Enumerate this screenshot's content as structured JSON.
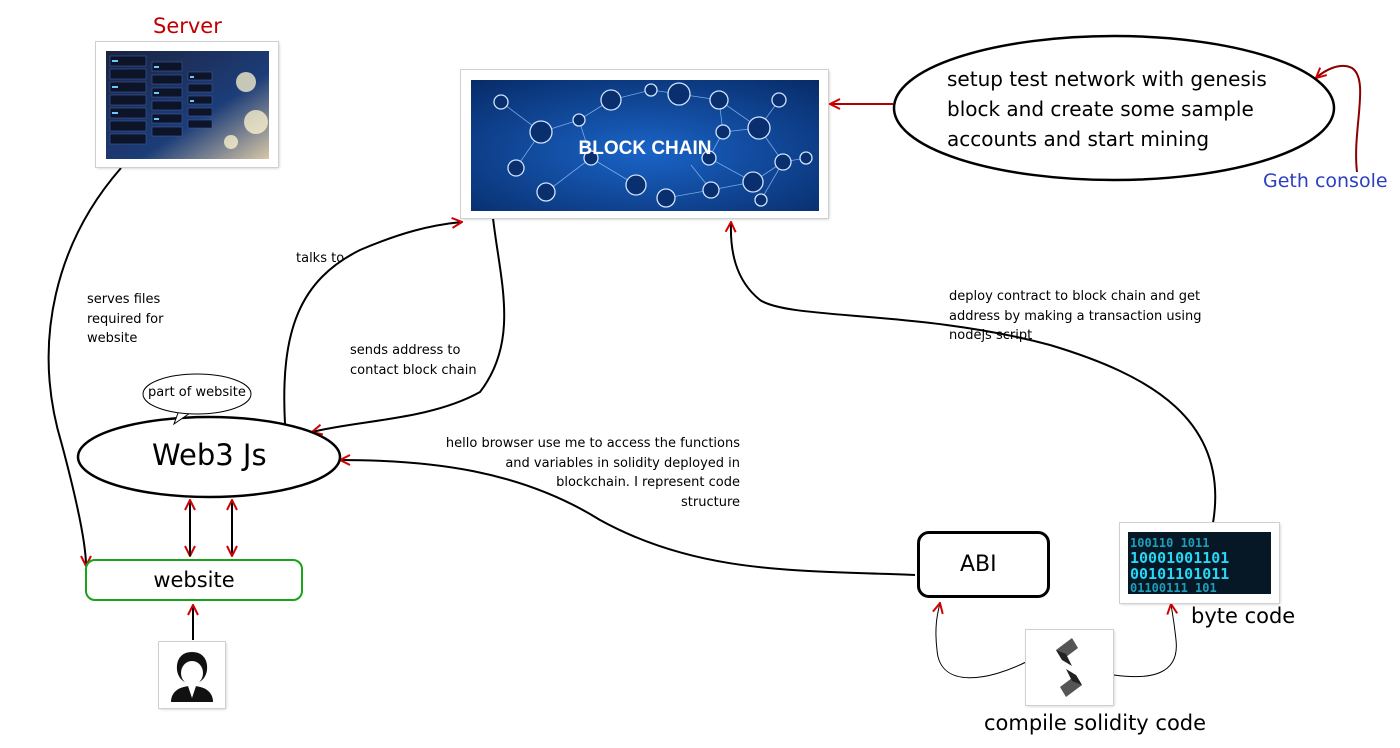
{
  "nodes": {
    "server": {
      "title": "Server"
    },
    "blockchain": {
      "image_text": "BLOCK CHAIN"
    },
    "geth_note": {
      "text": "setup test network with genesis\nblock and create some sample\naccounts and start mining"
    },
    "geth_console": {
      "label": "Geth console"
    },
    "web3": {
      "label": "Web3 Js"
    },
    "part_of_website": {
      "label": "part of website"
    },
    "website": {
      "label": "website"
    },
    "abi": {
      "label": "ABI"
    },
    "byte_code": {
      "label": "byte code"
    },
    "compile": {
      "label": "compile solidity code"
    }
  },
  "edge_labels": {
    "serves_files": "serves files\nrequired for\nwebsite",
    "talks_to": "talks to",
    "sends_address": "sends address to\ncontact block chain",
    "deploy_contract": "deploy contract to block chain and get\naddress by making a transaction using\nnodejs script",
    "abi_note": "hello browser use me to access the functions\nand variables in solidity deployed in\nblockchain. I represent code\nstructure"
  },
  "colors": {
    "server_title": "#c00000",
    "arrowhead": "#d40000",
    "geth_console": "#2b3fbf",
    "website_border": "#19a319",
    "blockchain_bg": "#0b3a86",
    "geth_curve": "#8b0000"
  },
  "icons": [
    "server-rack-image",
    "blockchain-network-image",
    "user-icon",
    "binary-code-image",
    "solidity-logo-icon"
  ]
}
